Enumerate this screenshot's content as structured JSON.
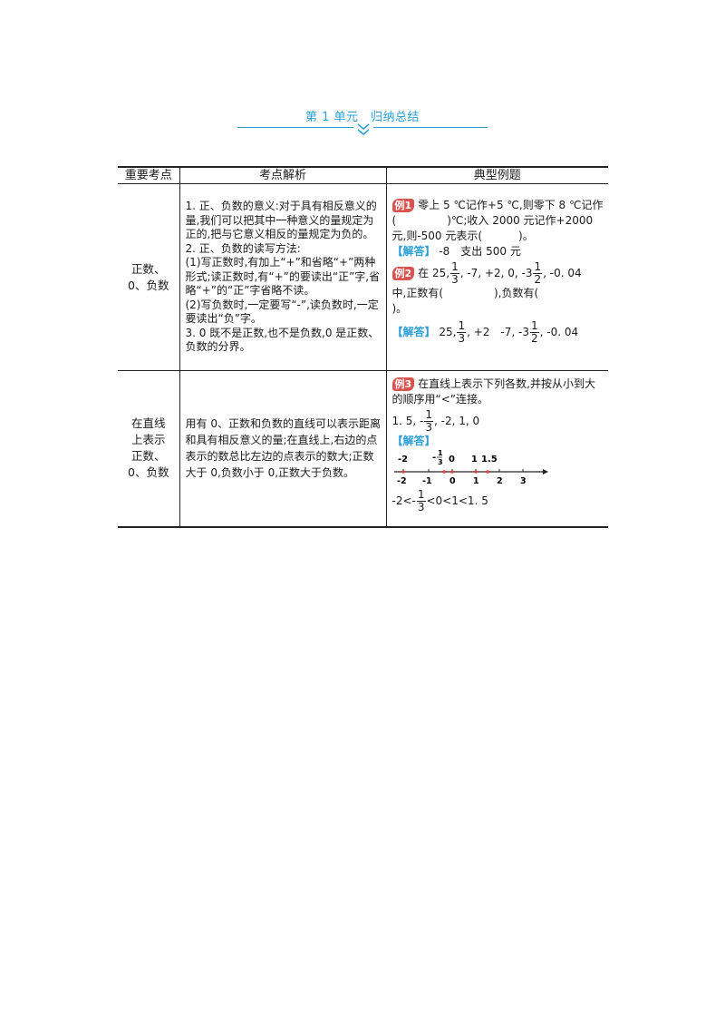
{
  "title": "第 1 单元　归纳总结",
  "headers": [
    "重要考点",
    "考点解析",
    "典型例题"
  ],
  "rows": [
    {
      "category": "正数、\n0、负数",
      "analysis": [
        "1. 正、负数的意义:对于具有相反意义的量,我们可以把其中一种意义的量规定为正的,把与它意义相反的量规定为负的。",
        "2. 正、负数的读写方法:",
        "(1)写正数时,有加上“+”和省略“+”两种形式;读正数时,有“+”的要读出“正”字,省略“+”的“正”字省略不读。",
        "(2)写负数时,一定要写“-”,读负数时,一定要读出“负”字。",
        "3. 0 既不是正数,也不是负数,0 是正数、负数的分界。"
      ],
      "ex1_badge": "例1",
      "ex1_text_a": "零上 5 ℃记作+5 ℃,则零下 8 ℃记作(",
      "ex1_text_b": ")℃;收入 2000 元记作+2000 元,则-500 元表示(",
      "ex1_text_c": ")。",
      "ans_label": "【解答】",
      "ex1_answer": "-8　支出 500 元",
      "ex2_badge": "例2",
      "ex2_pre": "在 25,",
      "ex2_mid": ", -7, +2, 0, -3",
      "ex2_post": ", -0. 04",
      "ex2_q_a": "中,正数有(",
      "ex2_q_b": "),负数有(",
      "ex2_q_c": ")。",
      "ex2_ans_a": "25,",
      "ex2_ans_b": ", +2　-7, -3",
      "ex2_ans_c": ", -0. 04",
      "frac_1_3": {
        "num": "1",
        "den": "3"
      },
      "frac_1_2": {
        "num": "1",
        "den": "2"
      }
    },
    {
      "category": "在直线\n上表示\n正数、\n0、负数",
      "analysis": "用有 0、正数和负数的直线可以表示距离和具有相反意义的量;在直线上,右边的点表示的数总比左边的点表示的数大;正数大于 0,负数小于 0,正数大于负数。",
      "ex3_badge": "例3",
      "ex3_text": "在直线上表示下列各数,并按从小到大的顺序用“<”连接。",
      "ex3_nums_a": "1. 5, -",
      "ex3_nums_b": ", -2, 1, 0",
      "ans_label": "【解答】",
      "nl_top_labels": [
        "-2",
        "-",
        "0",
        "1",
        "1.5"
      ],
      "nl_ticks": [
        "-2",
        "-1",
        "0",
        "1",
        "2",
        "3"
      ],
      "ex3_answer_a": "-2<-",
      "ex3_answer_b": "<0<1<1. 5"
    }
  ],
  "colors": {
    "accent": "#2a9fd8",
    "badge": "#d9534f",
    "point": "#e23c3c"
  }
}
